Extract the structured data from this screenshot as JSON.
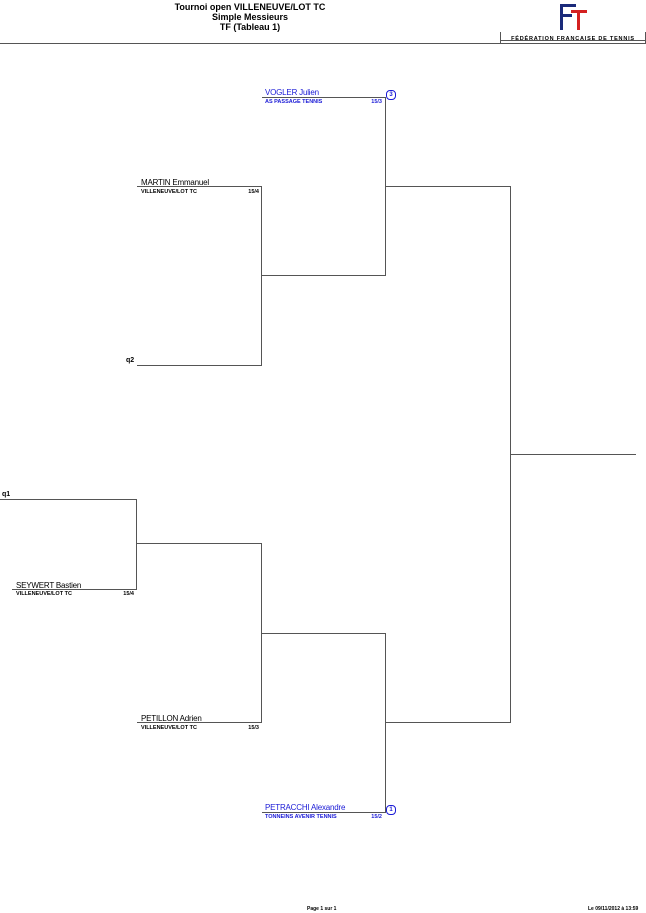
{
  "header": {
    "title": "Tournoi open VILLENEUVE/LOT TC",
    "event": "Simple Messieurs",
    "table": "TF (Tableau 1)",
    "logo_text": "FÉDÉRATION FRANÇAISE DE TENNIS"
  },
  "draw": {
    "entries": [
      {
        "name": "VOGLER Julien",
        "club": "AS PASSAGE TENNIS",
        "rank": "15/3",
        "seed": "3"
      },
      {
        "name": "MARTIN Emmanuel",
        "club": "VILLENEUVE/LOT TC",
        "rank": "15/4"
      },
      {
        "label": "q2"
      },
      {
        "label": "q1"
      },
      {
        "name": "SEYWERT Bastien",
        "club": "VILLENEUVE/LOT TC",
        "rank": "15/4"
      },
      {
        "name": "PETILLON Adrien",
        "club": "VILLENEUVE/LOT TC",
        "rank": "15/3"
      },
      {
        "name": "PETRACCHI Alexandre",
        "club": "TONNEINS AVENIR TENNIS",
        "rank": "15/2",
        "seed": "1"
      }
    ]
  },
  "footer": {
    "page": "Page 1 sur 1",
    "date": "Le 09/11/2012 à 13:59"
  },
  "colors": {
    "seeded_player": "#1a1ad6",
    "lines": "#555555"
  }
}
